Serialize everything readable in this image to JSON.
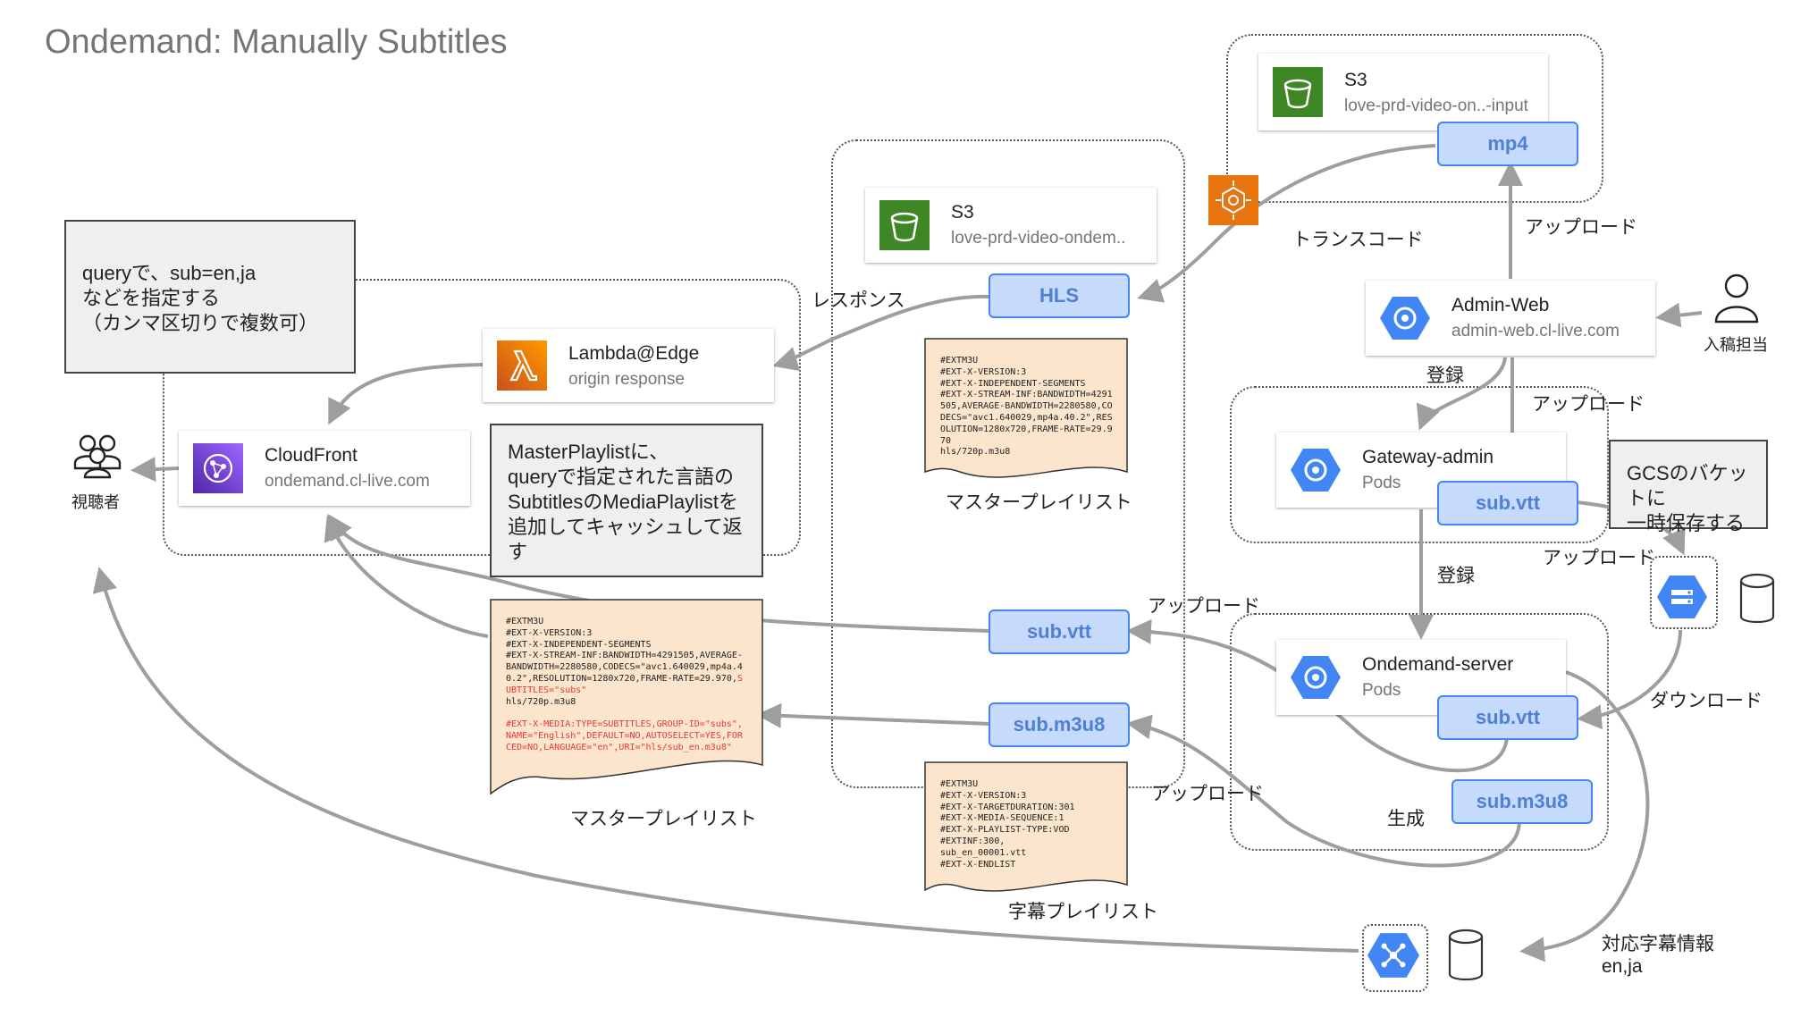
{
  "title": "Ondemand: Manually Subtitles",
  "notes": {
    "query": "queryで、sub=en,ja\nなどを指定する\n（カンマ区切りで複数可）",
    "master": "MasterPlaylistに、\nqueryで指定された言語の\nSubtitlesのMediaPlaylistを\n追加してキャッシュして返\nす",
    "gcs": "GCSのバケットに\n一時保存する"
  },
  "nodes": {
    "s3_input": {
      "name": "S3",
      "sub": "love-prd-video-on..-input"
    },
    "s3_ondemand": {
      "name": "S3",
      "sub": "love-prd-video-ondem.."
    },
    "lambda": {
      "name": "Lambda@Edge",
      "sub": "origin response"
    },
    "cloudfront": {
      "name": "CloudFront",
      "sub": "ondemand.cl-live.com"
    },
    "admin_web": {
      "name": "Admin-Web",
      "sub": "admin-web.cl-live.com"
    },
    "gateway_admin": {
      "name": "Gateway-admin",
      "sub": "Pods"
    },
    "ondemand_server": {
      "name": "Ondemand-server",
      "sub": "Pods"
    }
  },
  "pills": {
    "mp4": "mp4",
    "hls": "HLS",
    "sub_vtt_gw": "sub.vtt",
    "sub_vtt_od": "sub.vtt",
    "sub_m3u8_od": "sub.m3u8",
    "sub_vtt_s3": "sub.vtt",
    "sub_m3u8_s3": "sub.m3u8"
  },
  "labels": {
    "viewer": "視聴者",
    "uploader": "入稿担当",
    "transcode": "トランスコード",
    "response": "レスポンス",
    "upload_1": "アップロード",
    "upload_2": "アップロード",
    "upload_3": "アップロード",
    "upload_4": "アップロード",
    "upload_5": "アップロード",
    "register_1": "登録",
    "register_2": "登録",
    "download": "ダウンロード",
    "generate": "生成",
    "master_playlist_1": "マスタープレイリスト",
    "master_playlist_2": "マスタープレイリスト",
    "sub_playlist": "字幕プレイリスト",
    "sub_info_1": "対応字幕情報",
    "sub_info_2": "en,ja"
  },
  "docs": {
    "master_top": "#EXTM3U\n#EXT-X-VERSION:3\n#EXT-X-INDEPENDENT-SEGMENTS\n#EXT-X-STREAM-INF:BANDWIDTH=4291505,AVERAGE-BANDWIDTH=2280580,CODECS=\"avc1.640029,mp4a.40.2\",RESOLUTION=1280x720,FRAME-RATE=29.970\nhls/720p.m3u8",
    "master_bottom_a": "#EXTM3U\n#EXT-X-VERSION:3\n#EXT-X-INDEPENDENT-SEGMENTS\n#EXT-X-STREAM-INF:BANDWIDTH=4291505,AVERAGE-BANDWIDTH=2280580,CODECS=\"avc1.640029,mp4a.40.2\",RESOLUTION=1280x720,FRAME-RATE=29.970,",
    "master_bottom_red1": "SUBTITLES=\"subs\"",
    "master_bottom_b": "\nhls/720p.m3u8\n\n",
    "master_bottom_red2": "#EXT-X-MEDIA:TYPE=SUBTITLES,GROUP-ID=\"subs\",NAME=\"English\",DEFAULT=NO,AUTOSELECT=YES,FORCED=NO,LANGUAGE=\"en\",URI=\"hls/sub_en.m3u8\"",
    "sub_playlist": "#EXTM3U\n#EXT-X-VERSION:3\n#EXT-X-TARGETDURATION:301\n#EXT-X-MEDIA-SEQUENCE:1\n#EXT-X-PLAYLIST-TYPE:VOD\n#EXTINF:300,\nsub_en_00001.vtt\n#EXT-X-ENDLIST"
  },
  "colors": {
    "aws_s3": "#3f8624",
    "aws_lambda": "#e7740f",
    "aws_cloudfront": "#8c4fff",
    "gcp_blue": "#4285f4",
    "pill_fill": "#c6dafc",
    "doc_fill": "#fce5cd",
    "note_fill": "#efefef"
  }
}
